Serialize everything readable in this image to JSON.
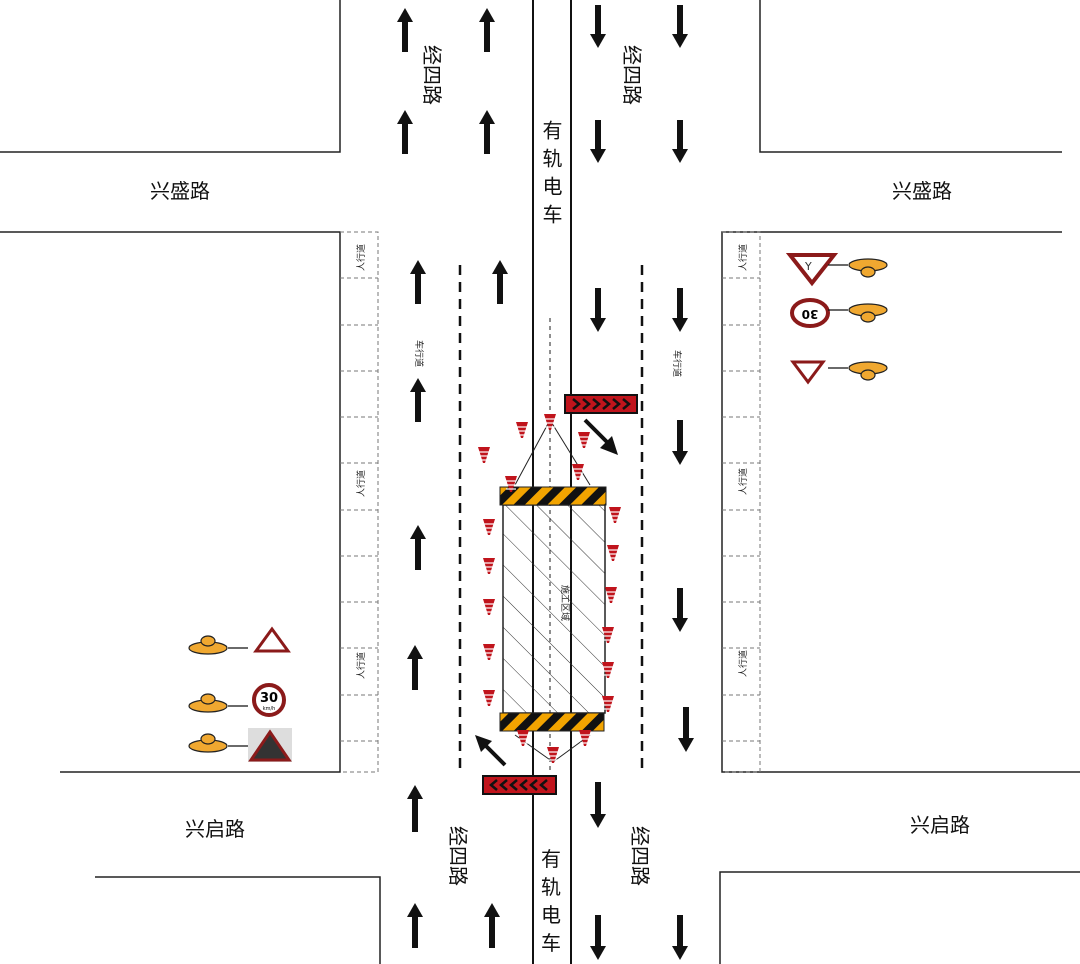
{
  "roads": {
    "north_south": "经四路",
    "top_cross": "兴盛路",
    "bottom_cross": "兴启路",
    "tram": "有轨电车",
    "tram_chars": [
      "有",
      "轨",
      "电",
      "车"
    ],
    "ns_chars": [
      "经",
      "四",
      "路"
    ]
  },
  "labels": {
    "sidewalk": "人行道",
    "carriageway": "车行道",
    "work_zone": "施工区域"
  },
  "signs": {
    "speed_limit": "30",
    "speed_unit": "km/h"
  },
  "colors": {
    "cone_red": "#c0141c",
    "barrier_yellow": "#f2a400",
    "light_orange": "#f0a830"
  }
}
